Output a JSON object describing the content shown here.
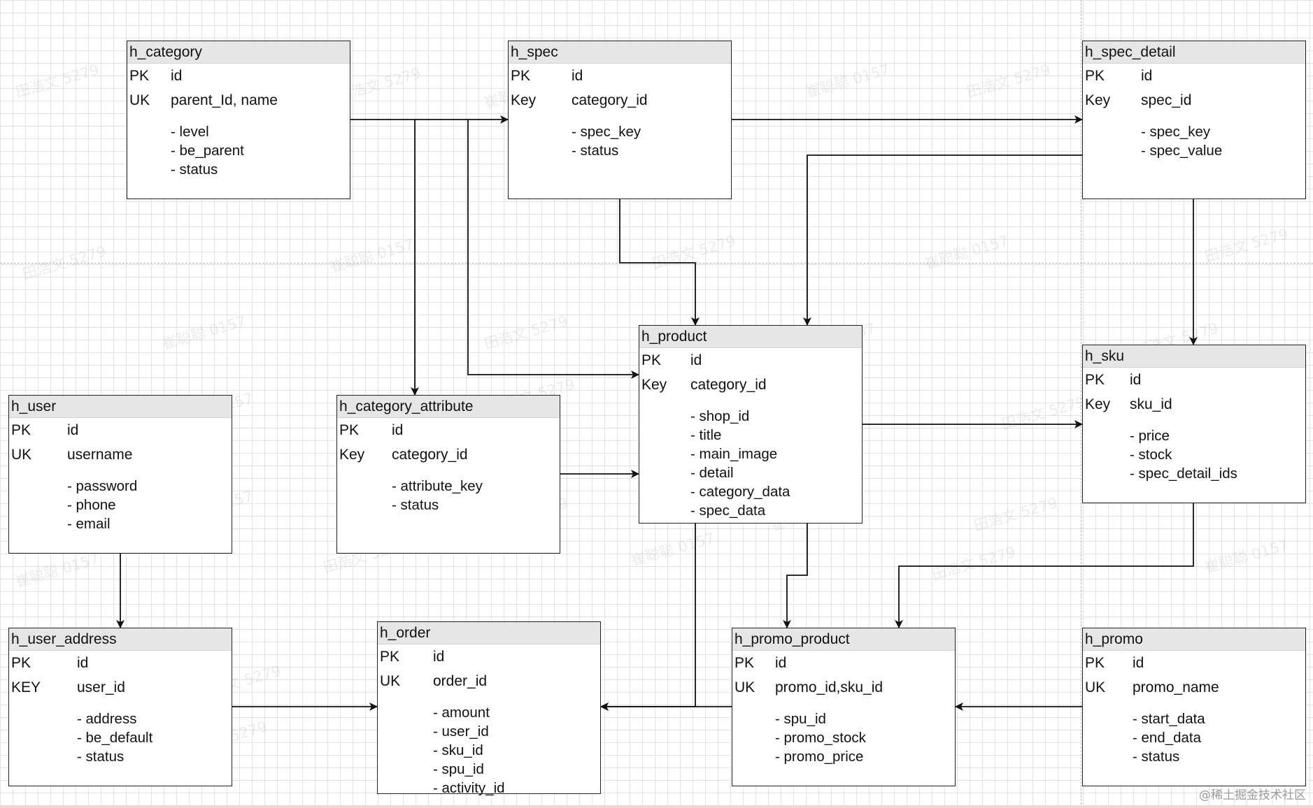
{
  "entities": [
    {
      "id": "h_category",
      "title": "h_category",
      "keys": [
        {
          "label": "PK",
          "field": "id"
        },
        {
          "label": "UK",
          "field": "parent_Id, name"
        }
      ],
      "attributes": [
        "- level",
        "- be_parent",
        "- status"
      ]
    },
    {
      "id": "h_spec",
      "title": "h_spec",
      "keys": [
        {
          "label": "PK",
          "field": "id"
        },
        {
          "label": "Key",
          "field": "category_id"
        }
      ],
      "attributes": [
        "- spec_key",
        "- status"
      ]
    },
    {
      "id": "h_spec_detail",
      "title": "h_spec_detail",
      "keys": [
        {
          "label": "PK",
          "field": "id"
        },
        {
          "label": "Key",
          "field": "spec_id"
        }
      ],
      "attributes": [
        "- spec_key",
        "- spec_value"
      ]
    },
    {
      "id": "h_product",
      "title": "h_product",
      "keys": [
        {
          "label": "PK",
          "field": "id"
        },
        {
          "label": "Key",
          "field": "category_id"
        }
      ],
      "attributes": [
        "- shop_id",
        "- title",
        "- main_image",
        "- detail",
        "- category_data",
        "- spec_data"
      ]
    },
    {
      "id": "h_sku",
      "title": "h_sku",
      "keys": [
        {
          "label": "PK",
          "field": "id"
        },
        {
          "label": "Key",
          "field": "sku_id"
        }
      ],
      "attributes": [
        "- price",
        "- stock",
        "- spec_detail_ids"
      ]
    },
    {
      "id": "h_user",
      "title": "h_user",
      "keys": [
        {
          "label": "PK",
          "field": "id"
        },
        {
          "label": "UK",
          "field": "username"
        }
      ],
      "attributes": [
        "- password",
        "- phone",
        "- email"
      ]
    },
    {
      "id": "h_category_attribute",
      "title": "h_category_attribute",
      "keys": [
        {
          "label": "PK",
          "field": "id"
        },
        {
          "label": "Key",
          "field": "category_id"
        }
      ],
      "attributes": [
        "- attribute_key",
        "- status"
      ]
    },
    {
      "id": "h_user_address",
      "title": "h_user_address",
      "keys": [
        {
          "label": "PK",
          "field": "id"
        },
        {
          "label": "KEY",
          "field": "user_id"
        }
      ],
      "attributes": [
        "- address",
        "- be_default",
        "- status"
      ]
    },
    {
      "id": "h_order",
      "title": "h_order",
      "keys": [
        {
          "label": "PK",
          "field": "id"
        },
        {
          "label": "UK",
          "field": "order_id"
        }
      ],
      "attributes": [
        "- amount",
        "- user_id",
        "- sku_id",
        "- spu_id",
        "- activity_id"
      ]
    },
    {
      "id": "h_promo_product",
      "title": "h_promo_product",
      "keys": [
        {
          "label": "PK",
          "field": "id"
        },
        {
          "label": "UK",
          "field": "promo_id,sku_id"
        }
      ],
      "attributes": [
        "- spu_id",
        "- promo_stock",
        "- promo_price"
      ]
    },
    {
      "id": "h_promo",
      "title": "h_promo",
      "keys": [
        {
          "label": "PK",
          "field": "id"
        },
        {
          "label": "UK",
          "field": "promo_name"
        }
      ],
      "attributes": [
        "- start_data",
        "- end_data",
        "- status"
      ]
    }
  ],
  "relations": [
    {
      "from": "h_category",
      "to": "h_spec"
    },
    {
      "from": "h_category",
      "to": "h_category_attribute"
    },
    {
      "from": "h_category",
      "to": "h_product"
    },
    {
      "from": "h_spec",
      "to": "h_spec_detail"
    },
    {
      "from": "h_spec",
      "to": "h_product"
    },
    {
      "from": "h_spec_detail",
      "to": "h_product"
    },
    {
      "from": "h_spec_detail",
      "to": "h_sku"
    },
    {
      "from": "h_category_attribute",
      "to": "h_product"
    },
    {
      "from": "h_product",
      "to": "h_sku"
    },
    {
      "from": "h_product",
      "to": "h_promo_product"
    },
    {
      "from": "h_product",
      "to": "h_order"
    },
    {
      "from": "h_sku",
      "to": "h_promo_product"
    },
    {
      "from": "h_user",
      "to": "h_user_address"
    },
    {
      "from": "h_user_address",
      "to": "h_order"
    },
    {
      "from": "h_promo_product",
      "to": "h_order"
    },
    {
      "from": "h_promo",
      "to": "h_promo_product"
    }
  ],
  "watermarks": [
    "田浩文 5279",
    "崔聪聪 0157"
  ],
  "source_credit": "@稀土掘金技术社区",
  "colors": {
    "grid": "#e3e3e3",
    "header": "#e6e6e6",
    "border": "#222222",
    "line": "#111111"
  }
}
